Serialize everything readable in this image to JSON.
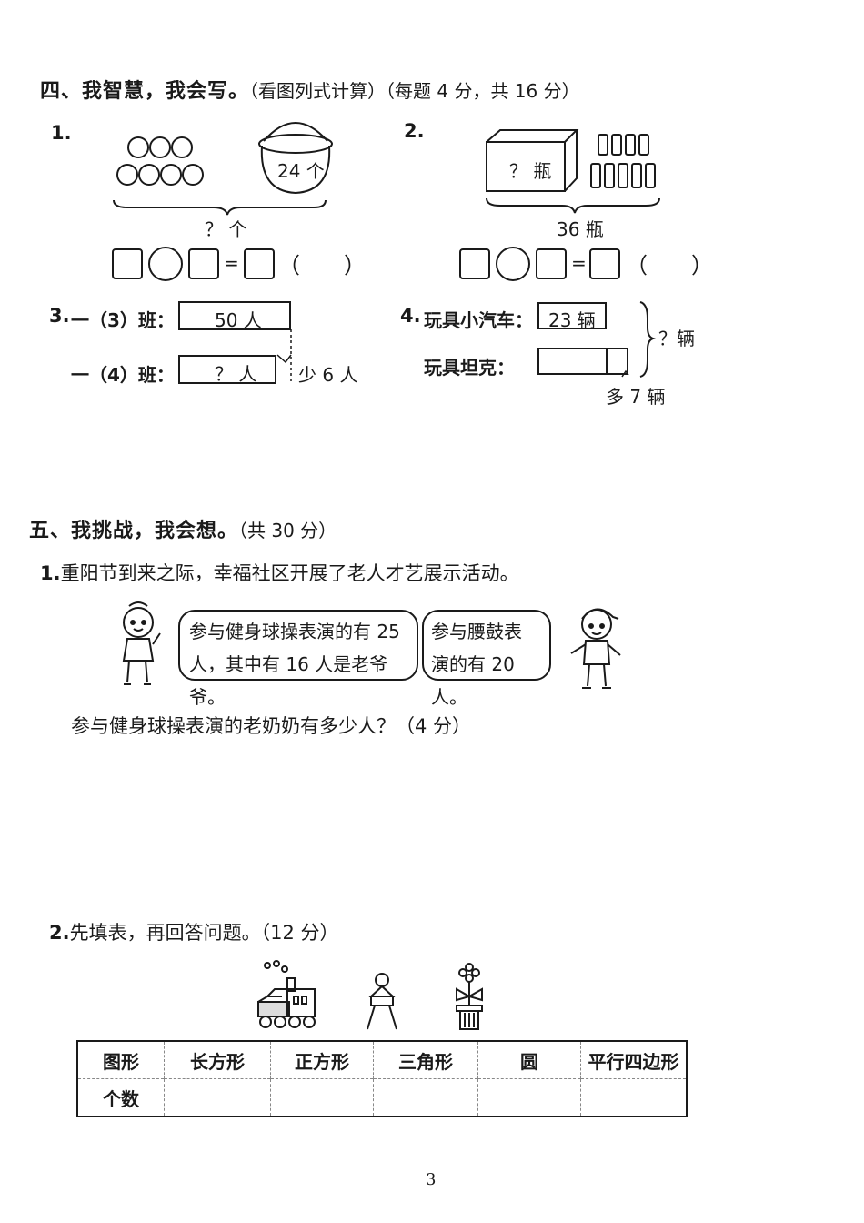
{
  "section4": {
    "title": "四、我智慧，我会写。",
    "note": "（看图列式计算）（每题 4 分，共 16 分）",
    "q1": {
      "num": "1.",
      "basket_label": "24 个",
      "brace_label": "？ 个",
      "equals": "=",
      "paren": "（　　）"
    },
    "q2": {
      "num": "2.",
      "box_label": "？ 瓶",
      "brace_label": "36 瓶",
      "equals": "=",
      "paren": "（　　）"
    },
    "q3": {
      "num": "3.",
      "row1_label": "一（3）班：",
      "row1_value": "50 人",
      "row2_label": "一（4）班：",
      "row2_value": "？ 人",
      "diff_label": "少 6 人"
    },
    "q4": {
      "num": "4.",
      "row1_label": "玩具小汽车：",
      "row1_value": "23 辆",
      "row2_label": "玩具坦克：",
      "total_label": "？辆",
      "diff_label": "多 7 辆"
    }
  },
  "section5": {
    "title": "五、我挑战，我会想。",
    "note": "（共 30 分）",
    "q1": {
      "num": "1.",
      "intro": "重阳节到来之际，幸福社区开展了老人才艺展示活动。",
      "bubble1_line1": "参与健身球操表演的有 25",
      "bubble1_line2": "人，其中有 16 人是老爷爷。",
      "bubble2_line1": "参与腰鼓表",
      "bubble2_line2": "演的有 20 人。",
      "question": "参与健身球操表演的老奶奶有多少人？（4 分）"
    },
    "q2": {
      "num": "2.",
      "intro": "先填表，再回答问题。（12 分）",
      "table_row1": [
        "图形",
        "长方形",
        "正方形",
        "三角形",
        "圆",
        "平行四边形"
      ],
      "table_row2": [
        "个数",
        "",
        "",
        "",
        "",
        ""
      ]
    }
  },
  "page_number": "3"
}
